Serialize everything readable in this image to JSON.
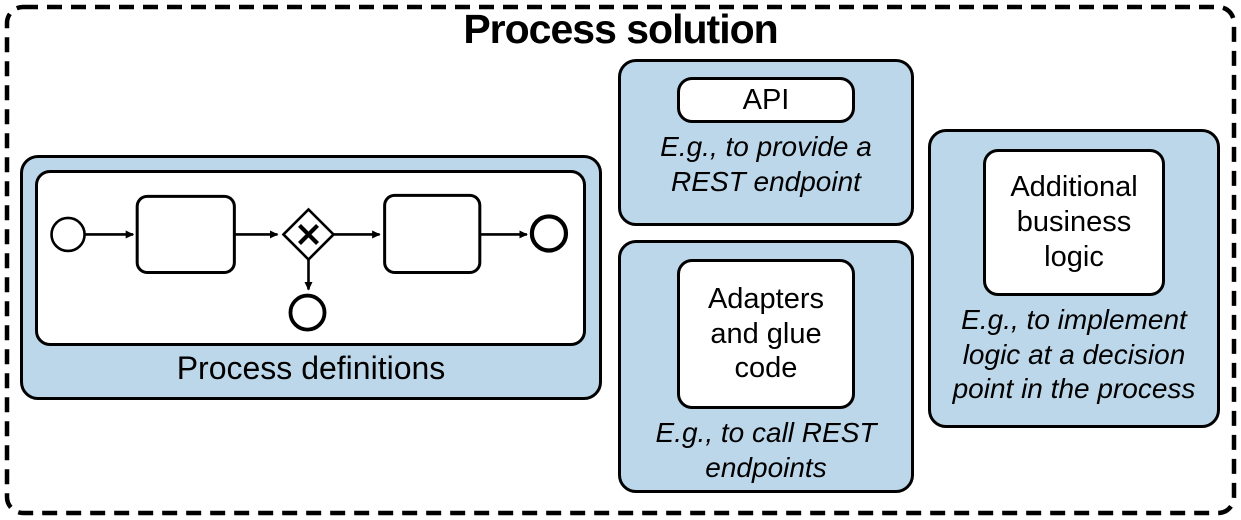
{
  "title": "Process solution",
  "colors": {
    "box_fill_blue": "#BDD7EA",
    "stroke_black": "#000000",
    "surface_white": "#FFFFFF"
  },
  "process_definitions": {
    "label": "Process definitions"
  },
  "api": {
    "label": "API",
    "caption": "E.g., to provide a\nREST endpoint"
  },
  "adapters": {
    "label": "Adapters\nand glue\ncode",
    "caption": "E.g., to call REST\nendpoints"
  },
  "business_logic": {
    "label": "Additional\nbusiness\nlogic",
    "caption": "E.g., to implement\nlogic at a decision\npoint in the process"
  }
}
